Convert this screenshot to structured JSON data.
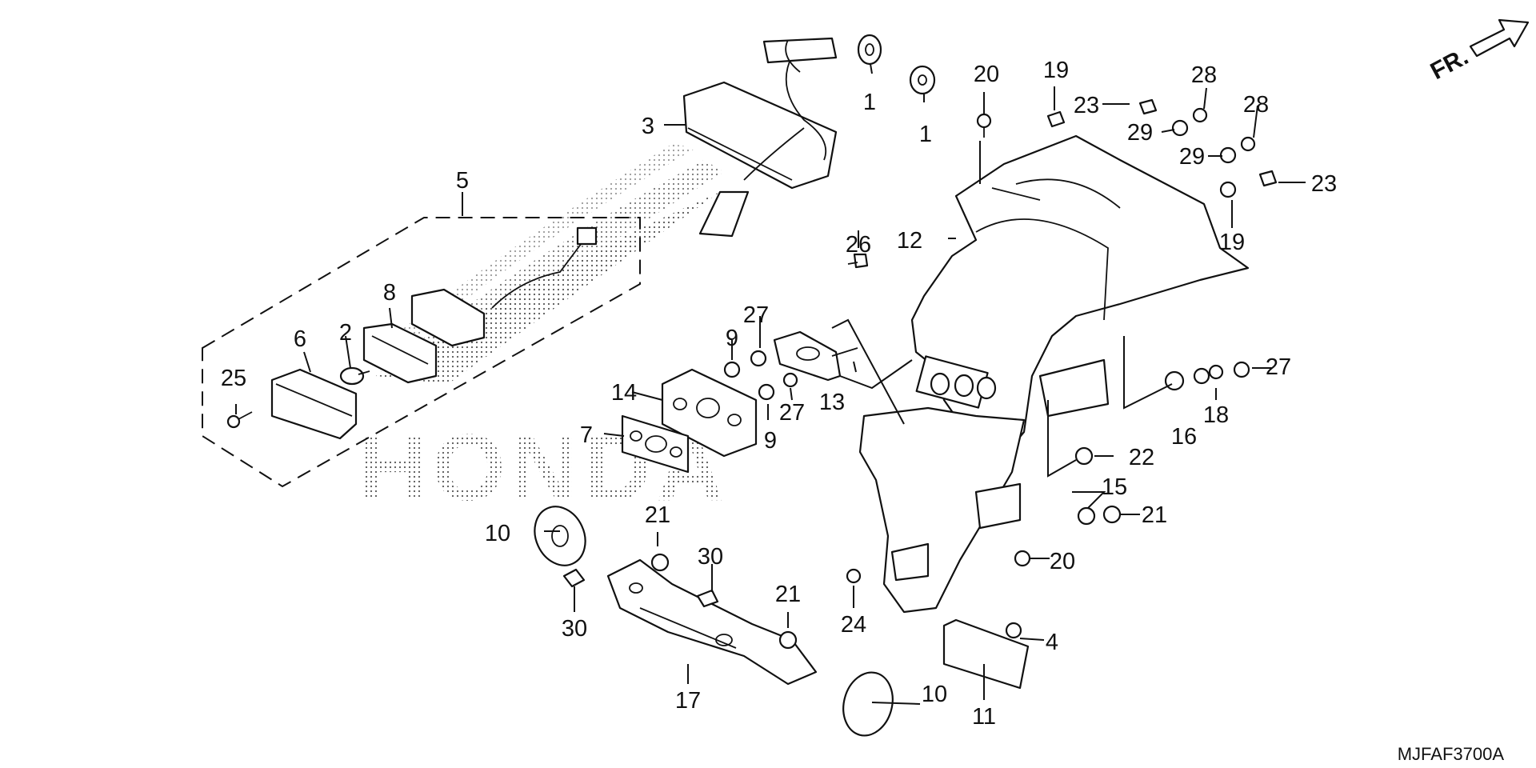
{
  "diagram": {
    "drawing_code": "MJFAF3700A",
    "direction_label": "FR.",
    "watermark": "HONDA",
    "callouts": [
      {
        "id": "c1a",
        "label": "1"
      },
      {
        "id": "c1b",
        "label": "1"
      },
      {
        "id": "c2",
        "label": "2"
      },
      {
        "id": "c3",
        "label": "3"
      },
      {
        "id": "c4",
        "label": "4"
      },
      {
        "id": "c5",
        "label": "5"
      },
      {
        "id": "c6",
        "label": "6"
      },
      {
        "id": "c7",
        "label": "7"
      },
      {
        "id": "c8",
        "label": "8"
      },
      {
        "id": "c9a",
        "label": "9"
      },
      {
        "id": "c9b",
        "label": "9"
      },
      {
        "id": "c10a",
        "label": "10"
      },
      {
        "id": "c10b",
        "label": "10"
      },
      {
        "id": "c11",
        "label": "11"
      },
      {
        "id": "c12",
        "label": "12"
      },
      {
        "id": "c13",
        "label": "13"
      },
      {
        "id": "c14",
        "label": "14"
      },
      {
        "id": "c15",
        "label": "15"
      },
      {
        "id": "c16",
        "label": "16"
      },
      {
        "id": "c17",
        "label": "17"
      },
      {
        "id": "c18",
        "label": "18"
      },
      {
        "id": "c19a",
        "label": "19"
      },
      {
        "id": "c19b",
        "label": "19"
      },
      {
        "id": "c20a",
        "label": "20"
      },
      {
        "id": "c20b",
        "label": "20"
      },
      {
        "id": "c21a",
        "label": "21"
      },
      {
        "id": "c21b",
        "label": "21"
      },
      {
        "id": "c21c",
        "label": "21"
      },
      {
        "id": "c22",
        "label": "22"
      },
      {
        "id": "c23a",
        "label": "23"
      },
      {
        "id": "c23b",
        "label": "23"
      },
      {
        "id": "c24",
        "label": "24"
      },
      {
        "id": "c25",
        "label": "25"
      },
      {
        "id": "c26",
        "label": "26"
      },
      {
        "id": "c27a",
        "label": "27"
      },
      {
        "id": "c27b",
        "label": "27"
      },
      {
        "id": "c27c",
        "label": "27"
      },
      {
        "id": "c28a",
        "label": "28"
      },
      {
        "id": "c28b",
        "label": "28"
      },
      {
        "id": "c29a",
        "label": "29"
      },
      {
        "id": "c29b",
        "label": "29"
      },
      {
        "id": "c30a",
        "label": "30"
      },
      {
        "id": "c30b",
        "label": "30"
      }
    ]
  }
}
